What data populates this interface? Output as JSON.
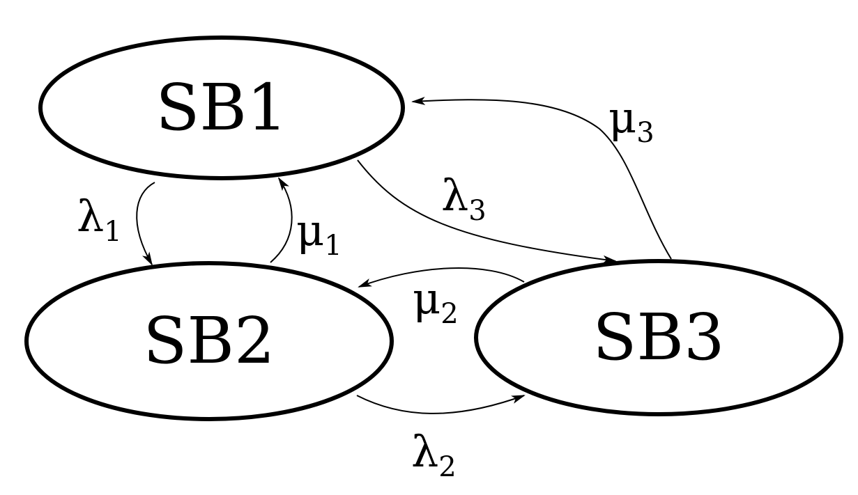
{
  "diagram": {
    "states": [
      {
        "id": "sb1",
        "label": "SB1"
      },
      {
        "id": "sb2",
        "label": "SB2"
      },
      {
        "id": "sb3",
        "label": "SB3"
      }
    ],
    "transitions": [
      {
        "id": "lambda1",
        "from": "SB1",
        "to": "SB2",
        "symbol": "λ",
        "subscript": "1"
      },
      {
        "id": "mu1",
        "from": "SB2",
        "to": "SB1",
        "symbol": "μ",
        "subscript": "1"
      },
      {
        "id": "lambda2",
        "from": "SB2",
        "to": "SB3",
        "symbol": "λ",
        "subscript": "2"
      },
      {
        "id": "mu2",
        "from": "SB3",
        "to": "SB2",
        "symbol": "μ",
        "subscript": "2"
      },
      {
        "id": "lambda3",
        "from": "SB1",
        "to": "SB3",
        "symbol": "λ",
        "subscript": "3"
      },
      {
        "id": "mu3",
        "from": "SB3",
        "to": "SB1",
        "symbol": "μ",
        "subscript": "3"
      }
    ]
  }
}
